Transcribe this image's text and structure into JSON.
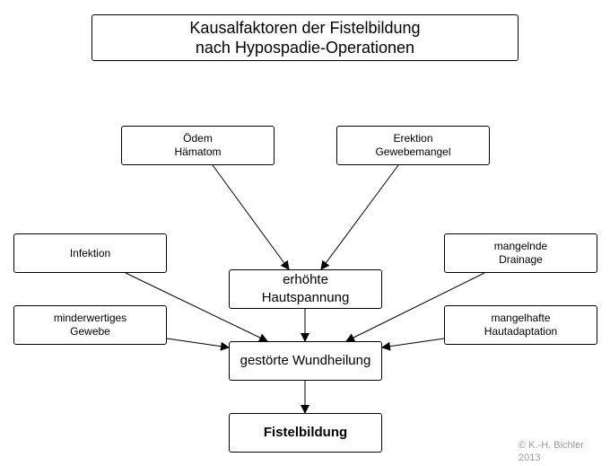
{
  "title": "Kausalfaktoren der Fistelbildung\nnach Hypospadie-Operationen",
  "nodes": {
    "oedem": "Ödem\nHämatom",
    "erektion": "Erektion\nGewebemangel",
    "infektion": "Infektion",
    "drainage": "mangelnde\nDrainage",
    "hautspannung": "erhöhte\nHautspannung",
    "minderwertig": "minderwertiges\nGewebe",
    "hautadaptation": "mangelhafte\nHautadaptation",
    "wundheilung": "gestörte Wundheilung",
    "fistel": "Fistelbildung"
  },
  "copyright": "© K.-H. Bichler\n2013"
}
